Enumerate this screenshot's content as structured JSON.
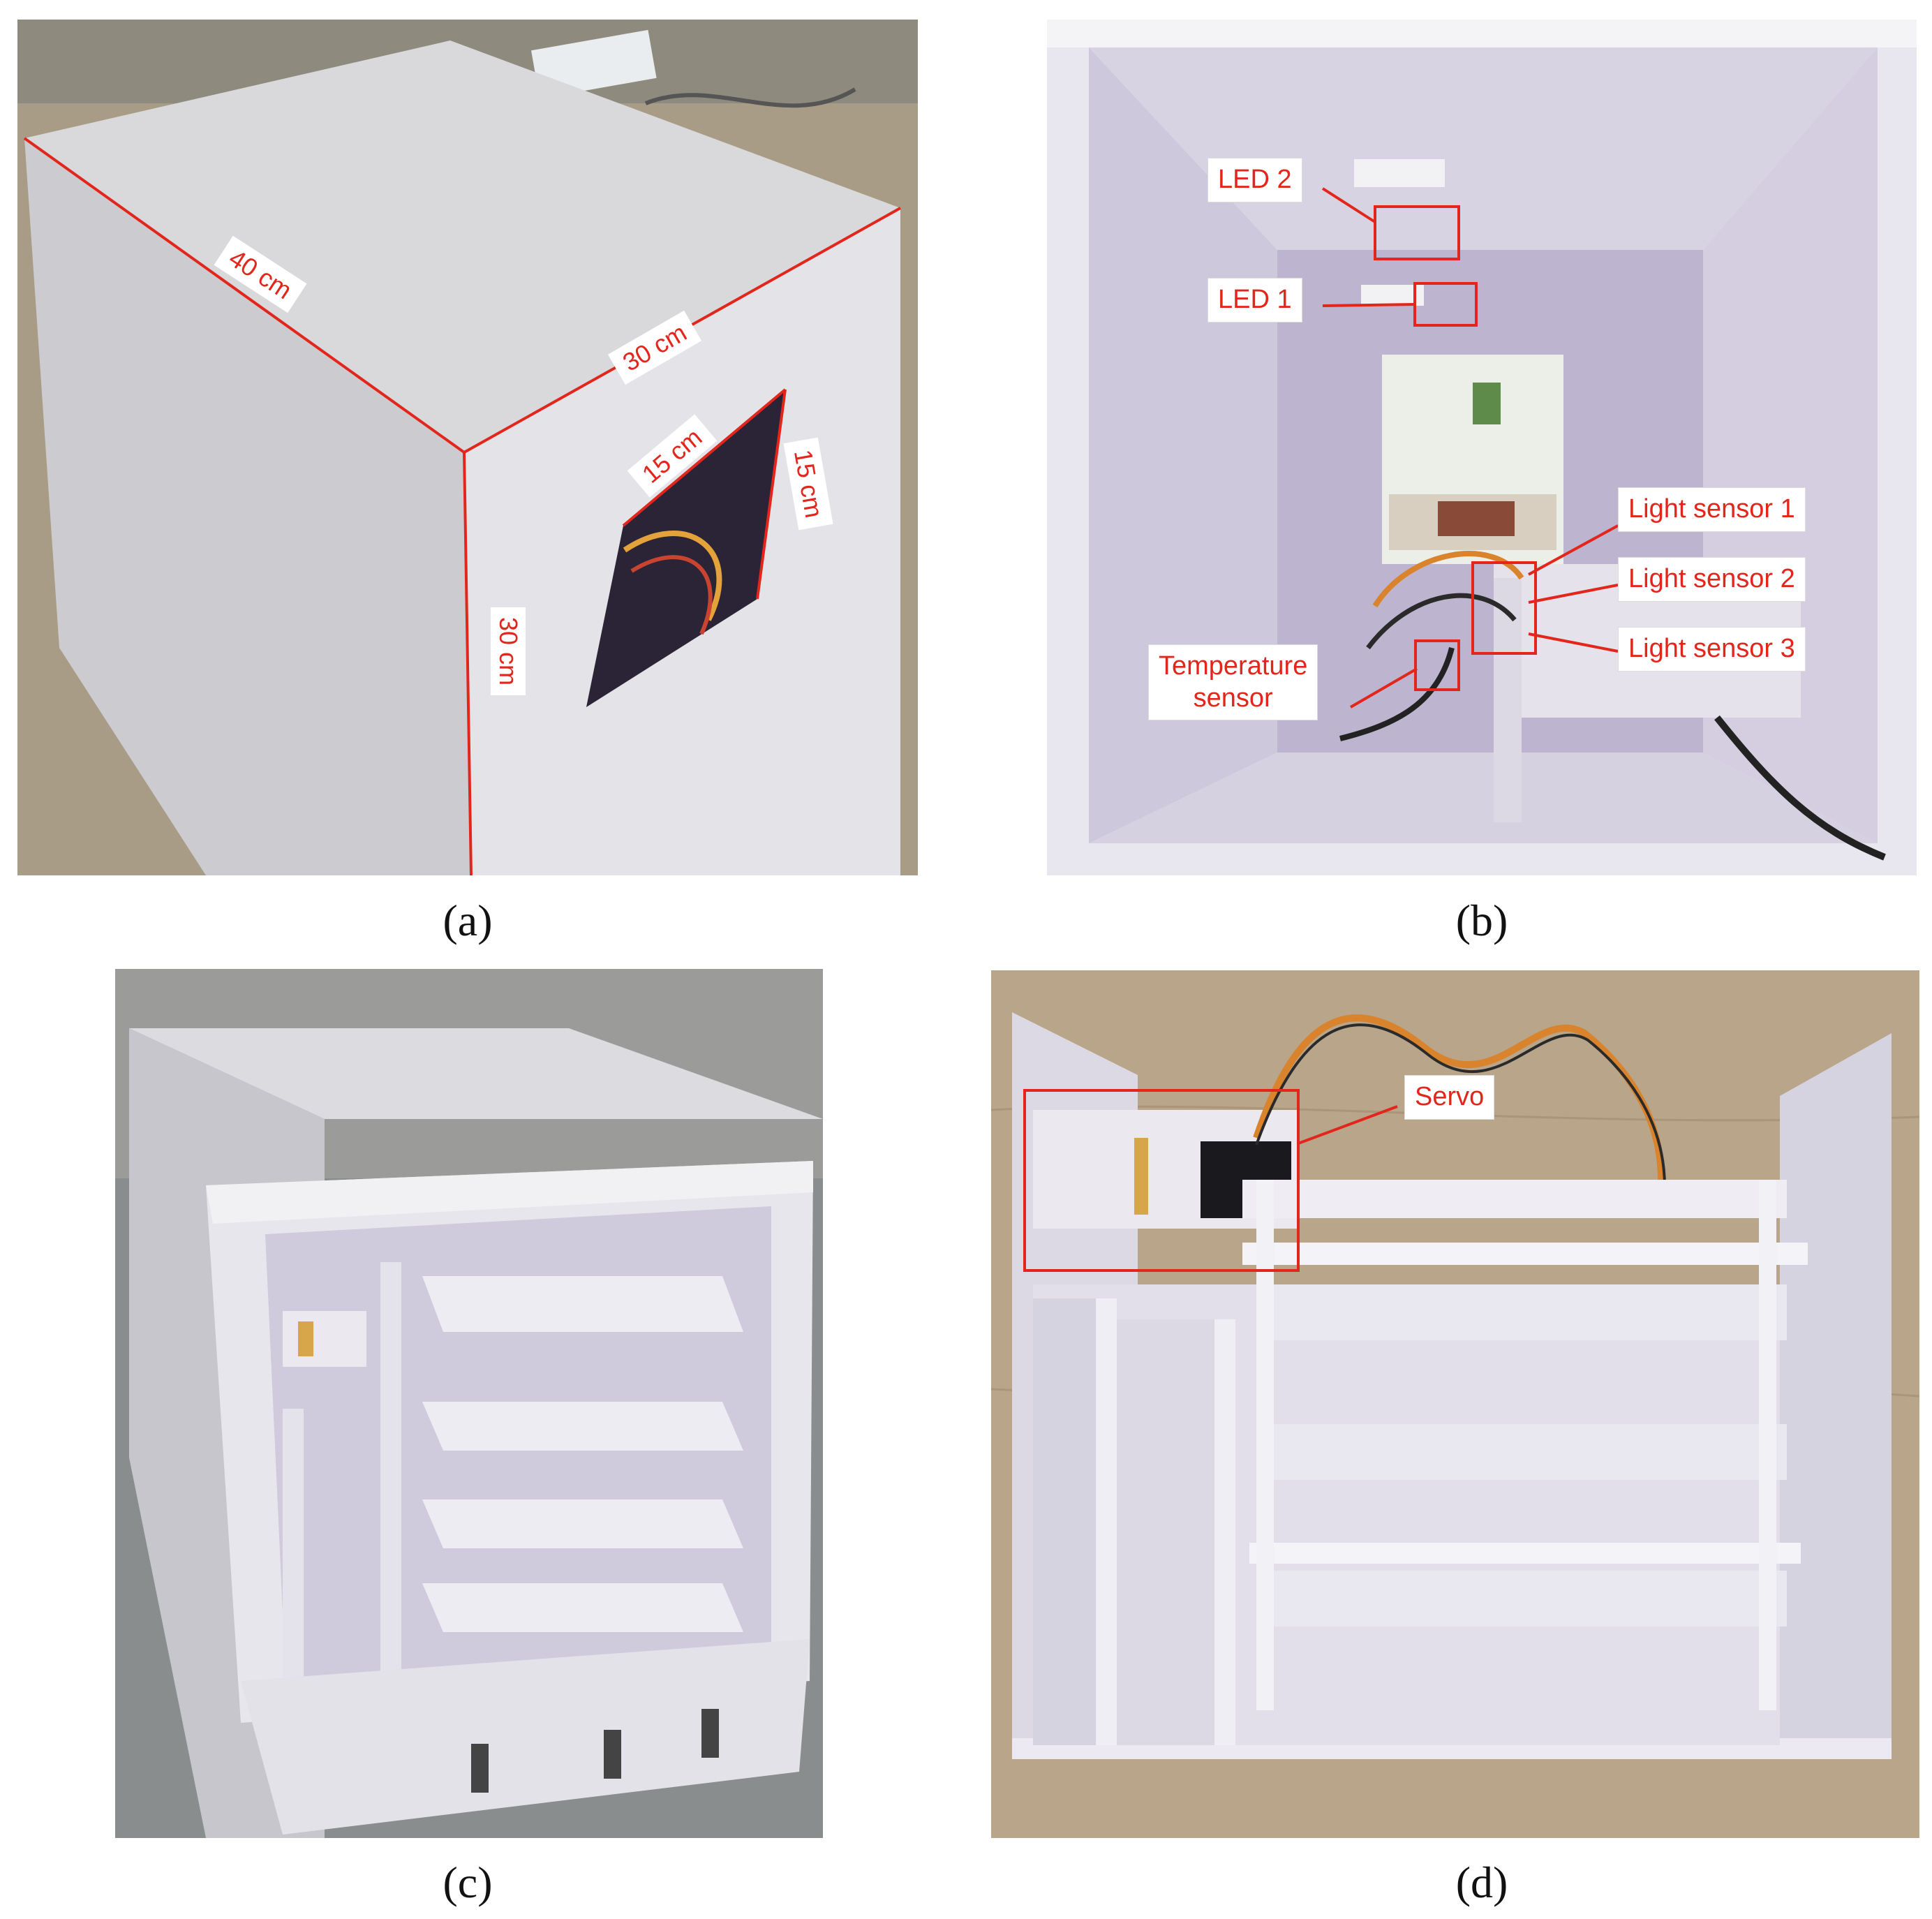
{
  "captions": {
    "a": "(a)",
    "b": "(b)",
    "c": "(c)",
    "d": "(d)"
  },
  "panel_a": {
    "dims": {
      "top_length": "40 cm",
      "top_width": "30 cm",
      "height": "30 cm",
      "hole_width": "15 cm",
      "hole_height": "15 cm"
    }
  },
  "panel_b": {
    "labels": {
      "led2": "LED 2",
      "led1": "LED 1",
      "light1": "Light sensor 1",
      "light2": "Light sensor 2",
      "light3": "Light sensor 3",
      "temp_line1": "Temperature",
      "temp_line2": "sensor"
    }
  },
  "panel_d": {
    "labels": {
      "servo": "Servo"
    }
  },
  "colors": {
    "annotation": "#e3261c",
    "foam_board": "#e6e4ee",
    "wood": "#b9a58a"
  }
}
